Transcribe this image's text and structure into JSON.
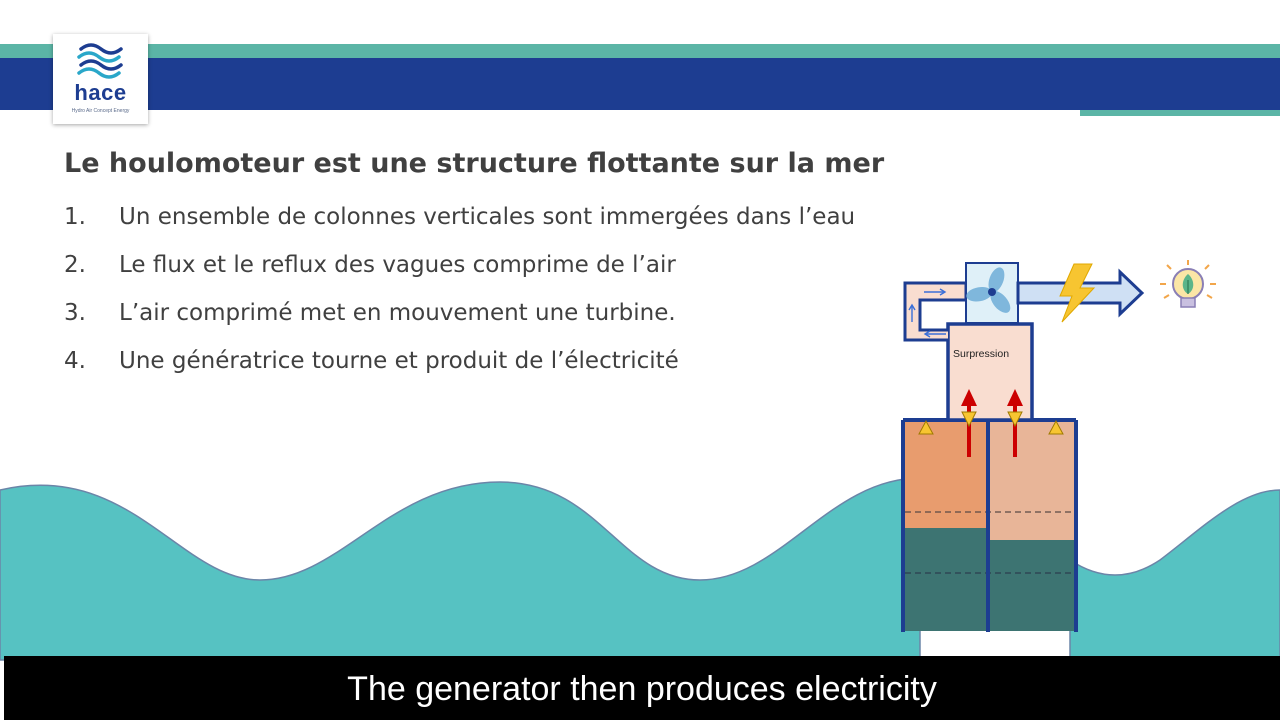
{
  "brand": {
    "name": "hace",
    "tagline": "Hydro Air Concept Energy"
  },
  "slide": {
    "title": "Le houlomoteur est une structure flottante sur la mer",
    "items": [
      {
        "num": "1.",
        "text": "Un ensemble de colonnes verticales sont immergées dans l’eau"
      },
      {
        "num": "2.",
        "text": "Le flux et le reflux des vagues comprime de l’air"
      },
      {
        "num": "3.",
        "text": "L’air comprimé met en mouvement une turbine."
      },
      {
        "num": "4.",
        "text": "Une génératrice tourne et produit de l’électricité"
      }
    ]
  },
  "diagram": {
    "chamber_label": "Surpression",
    "icons": [
      "fan-turbine-icon",
      "lightning-bolt-icon",
      "lightbulb-icon",
      "flow-arrow-icon"
    ]
  },
  "subtitle": {
    "text": "The generator then produces electricity"
  },
  "colors": {
    "navy": "#1d3d91",
    "teal": "#5bb5a6",
    "sea": "#56c2c2",
    "air_orange": "#e89c6e",
    "water_dark": "#3d7472",
    "arrow_red": "#cc0000",
    "bolt_yellow": "#f7c531"
  }
}
